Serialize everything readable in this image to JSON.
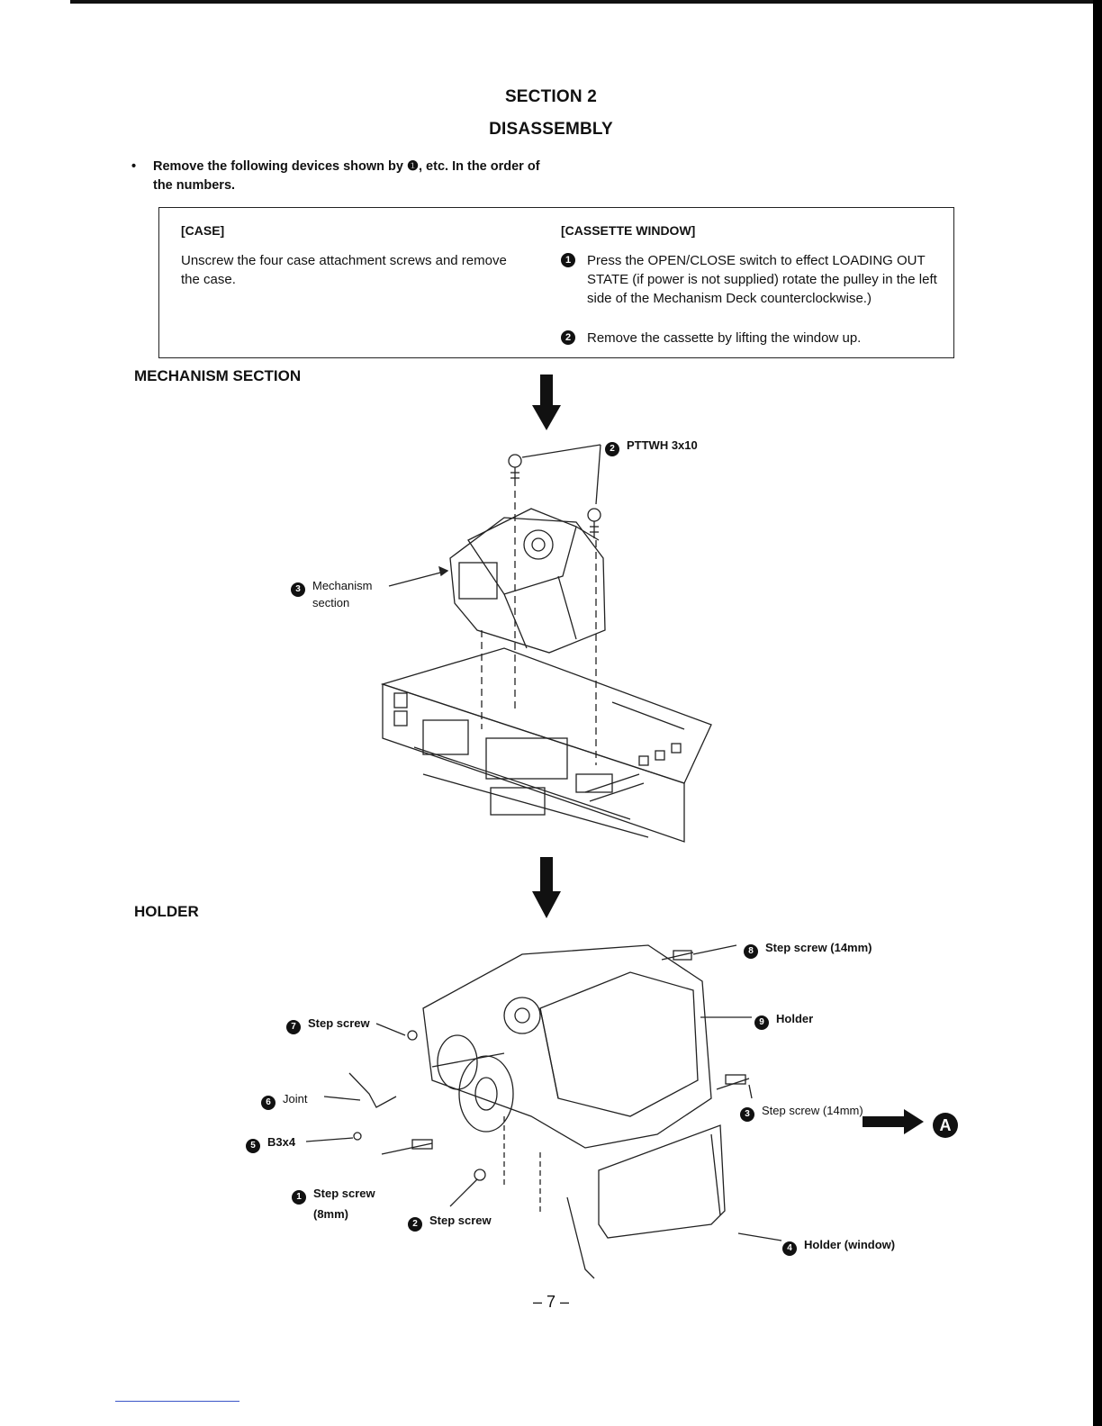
{
  "header": {
    "section": "SECTION 2",
    "title": "DISASSEMBLY"
  },
  "intro": {
    "bullet": "•",
    "text": "Remove the following devices shown by ❶, etc. In the order of the numbers."
  },
  "case_box": {
    "case_heading": "[CASE]",
    "case_text": "Unscrew the four case attachment screws and remove the case.",
    "cassette_heading": "[CASSETTE WINDOW]",
    "steps": [
      {
        "num": "1",
        "text": "Press the OPEN/CLOSE switch to effect LOADING OUT STATE (if power is not supplied) rotate the pulley in the left side of the Mechanism Deck counterclockwise.)"
      },
      {
        "num": "2",
        "text": "Remove the cassette by lifting the window up."
      }
    ]
  },
  "mechanism_section": {
    "label": "MECHANISM SECTION",
    "callouts": [
      {
        "num": "2",
        "text": "PTTWH 3x10"
      },
      {
        "num": "3",
        "text": "Mechanism"
      },
      {
        "num": "",
        "text": "section"
      }
    ]
  },
  "holder_section": {
    "label": "HOLDER",
    "callouts": [
      {
        "num": "8",
        "text": "Step screw (14mm)"
      },
      {
        "num": "7",
        "text": "Step screw"
      },
      {
        "num": "9",
        "text": "Holder"
      },
      {
        "num": "6",
        "text": "Joint"
      },
      {
        "num": "3",
        "text": "Step screw (14mm)"
      },
      {
        "num": "5",
        "text": "B3x4"
      },
      {
        "num": "1",
        "text": "Step screw"
      },
      {
        "num": "",
        "text": "(8mm)"
      },
      {
        "num": "2",
        "text": "Step screw"
      },
      {
        "num": "4",
        "text": "Holder (window)"
      }
    ],
    "continue_marker": "A"
  },
  "page_number": "– 7 –"
}
